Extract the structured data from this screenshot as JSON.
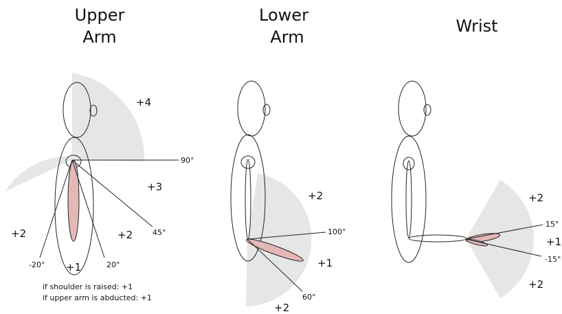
{
  "panels": {
    "upper_arm": {
      "title_line1": "Upper",
      "title_line2": "Arm",
      "scores": {
        "top": "+4",
        "right_upper": "+3",
        "left": "+2",
        "right_lower": "+2",
        "bottom": "+1"
      },
      "angles": {
        "a90": "90°",
        "a45": "45°",
        "aneg20": "-20°",
        "a20": "20°"
      },
      "notes": [
        "if shoulder is raised: +1",
        "if upper arm is abducted: +1"
      ]
    },
    "lower_arm": {
      "title_line1": "Lower",
      "title_line2": "Arm",
      "scores": {
        "upper": "+2",
        "middle": "+1",
        "bottom": "+2"
      },
      "angles": {
        "a100": "100°",
        "a60": "60°"
      }
    },
    "wrist": {
      "title": "Wrist",
      "scores": {
        "upper": "+2",
        "middle": "+1",
        "lower": "+2"
      },
      "angles": {
        "a15": "15°",
        "aneg15": "-15°"
      }
    }
  },
  "colors": {
    "wedge": "#e6e6e6",
    "limb": "#e4b8b8",
    "outline": "#222222"
  }
}
